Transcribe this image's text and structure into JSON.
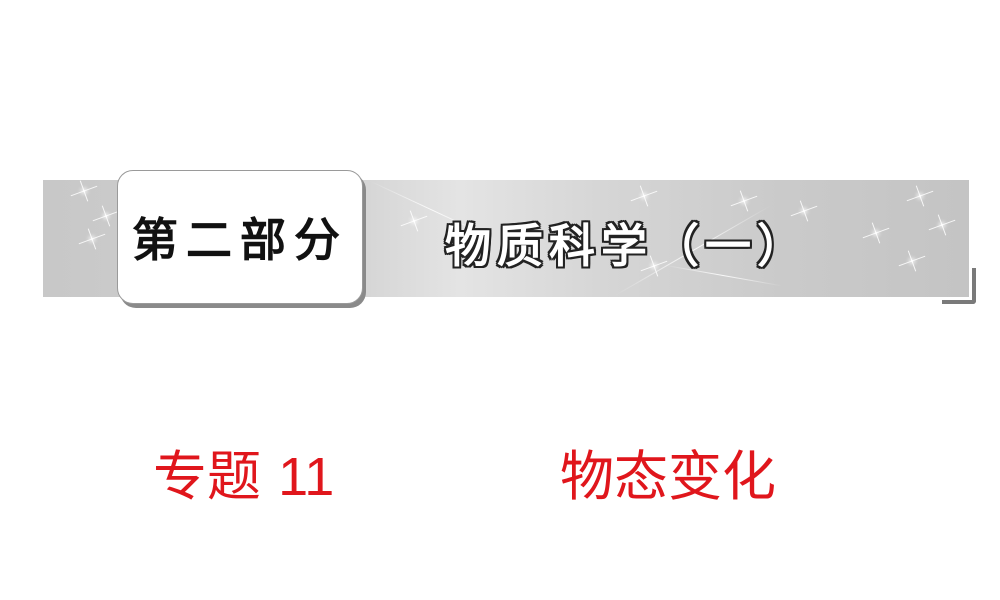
{
  "banner": {
    "part_label": "第二部分",
    "section_title": "物质科学（一）",
    "background_color": "#cccccc"
  },
  "topic": {
    "number_prefix": "专题",
    "number": "11",
    "title": "物态变化",
    "color": "#e0161c"
  }
}
